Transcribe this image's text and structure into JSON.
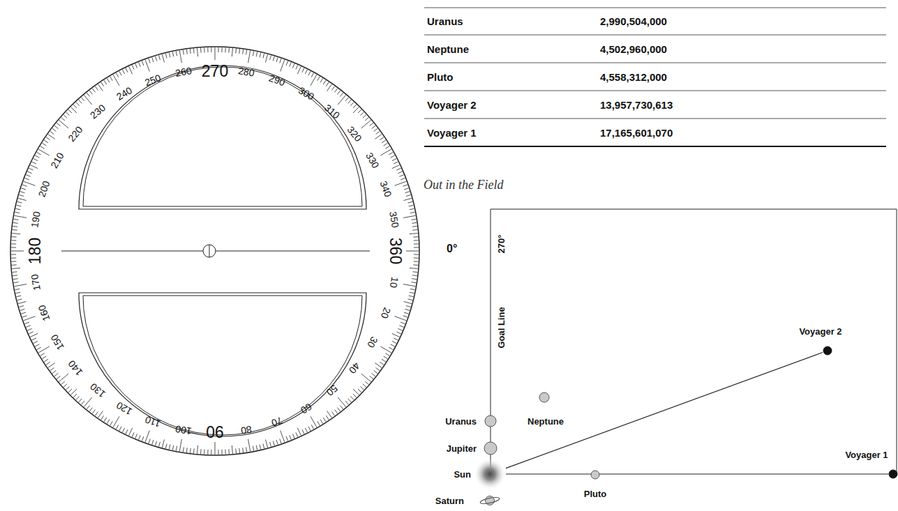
{
  "diagram": {
    "nodes": [
      {
        "text": [
          "Uranus"
        ]
      },
      {
        "text": [
          "Neptune"
        ]
      },
      {
        "text": [
          "Jupiter"
        ]
      },
      {
        "text": [
          "Sun"
        ]
      },
      {
        "text": [
          "Saturn"
        ]
      },
      {
        "text": [
          "Pluto"
        ]
      },
      {
        "text": [
          "Voyager 2"
        ]
      },
      {
        "text": [
          "Voyager 1"
        ]
      }
    ],
    "edges": [
      {
        "from": 3,
        "to": 6,
        "arrow": "none"
      },
      {
        "from": 3,
        "to": 7,
        "arrow": "none"
      }
    ],
    "labels": [
      "10",
      "20",
      "30",
      "40",
      "50",
      "60",
      "70",
      "80",
      "90",
      "100",
      "110",
      "120",
      "130",
      "140",
      "150",
      "160",
      "170",
      "180",
      "190",
      "200",
      "210",
      "220",
      "230",
      "240",
      "250",
      "260",
      "270",
      "280",
      "290",
      "300",
      "310",
      "320",
      "330",
      "340",
      "350",
      "360",
      "0°",
      "Uranus",
      "2,990,504,000",
      "Neptune",
      "4,502,960,000",
      "Pluto",
      "4,558,312,000",
      "Voyager 2",
      "13,957,730,613",
      "Voyager 1",
      "17,165,601,070",
      "Out in the Field",
      "270°",
      "Goal Line"
    ]
  }
}
